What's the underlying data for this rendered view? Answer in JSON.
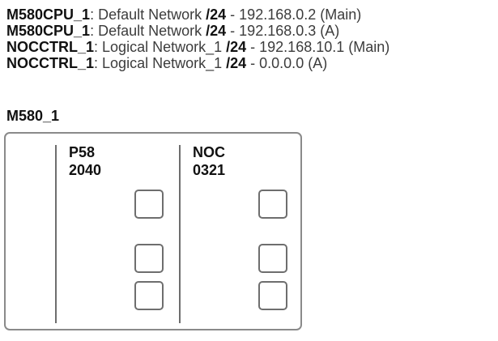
{
  "networks": [
    {
      "device": "M580CPU_1",
      "sep": ": ",
      "network": "Default Network ",
      "mask": "/24",
      "rest": " - 192.168.0.2 (Main)"
    },
    {
      "device": "M580CPU_1",
      "sep": ": ",
      "network": "Default Network ",
      "mask": "/24",
      "rest": " - 192.168.0.3 (A)"
    },
    {
      "device": "NOCCTRL_1",
      "sep": ": ",
      "network": "Logical Network_1 ",
      "mask": "/24",
      "rest": " - 192.168.10.1 (Main)"
    },
    {
      "device": "NOCCTRL_1",
      "sep": ": ",
      "network": "Logical Network_1 ",
      "mask": "/24",
      "rest": " - 0.0.0.0 (A)"
    }
  ],
  "rack": {
    "title": "M580_1",
    "modules": [
      {
        "line1": "P58",
        "line2": "2040",
        "ports": 3
      },
      {
        "line1": "NOC",
        "line2": "0321",
        "ports": 3
      }
    ]
  }
}
